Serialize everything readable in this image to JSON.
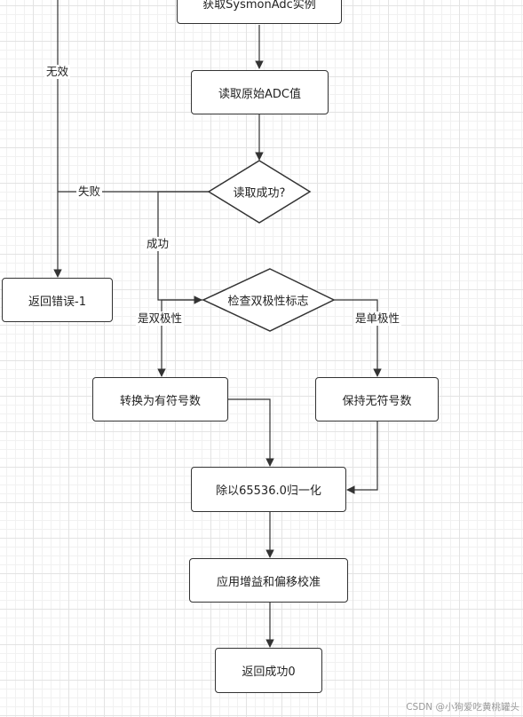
{
  "nodes": {
    "get_instance": "获取SysmonAdc实例",
    "read_adc": "读取原始ADC值",
    "read_ok": "读取成功?",
    "return_error": "返回错误-1",
    "check_bipolar": "检查双极性标志",
    "to_signed": "转换为有符号数",
    "keep_unsigned": "保持无符号数",
    "normalize": "除以65536.0归一化",
    "apply_gain": "应用增益和偏移校准",
    "return_success": "返回成功0"
  },
  "edges": {
    "invalid": "无效",
    "fail": "失败",
    "success": "成功",
    "is_bipolar": "是双极性",
    "is_unipolar": "是单极性"
  },
  "watermark": "CSDN @小狗爱吃黄桃罐头",
  "colors": {
    "line": "#333333",
    "grid": "#e3e3e3"
  }
}
